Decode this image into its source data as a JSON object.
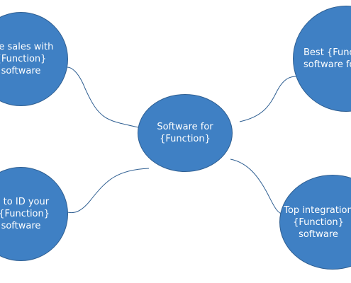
{
  "diagram": {
    "node_color": "#3f80c4",
    "node_border_color": "#2f5f92",
    "connector_color": "#2f5f92",
    "center": {
      "lines": [
        "Software for",
        "{Function}"
      ]
    },
    "top_left": {
      "lines": [
        "ase sales with",
        "{Function}",
        "software"
      ]
    },
    "bottom_left": {
      "lines": [
        "w to ID your",
        "t {Function}",
        "software"
      ]
    },
    "top_right": {
      "lines": [
        "Best {Func",
        "software fo"
      ]
    },
    "bottom_right": {
      "lines": [
        "Top integration",
        "{Function}",
        "software"
      ]
    }
  }
}
